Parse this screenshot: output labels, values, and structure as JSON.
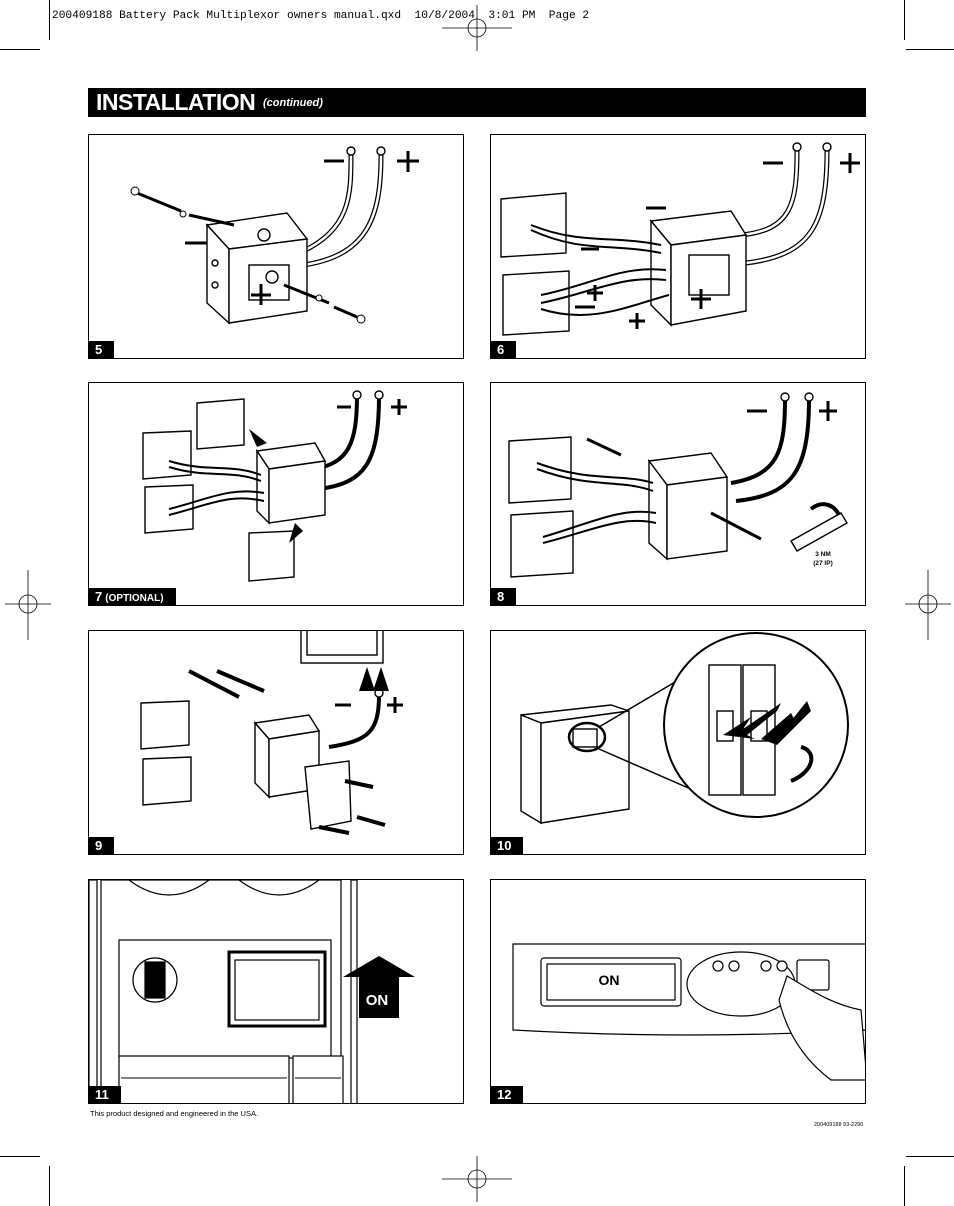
{
  "header": {
    "slug": "200409188 Battery Pack Multiplexor owners manual.qxd  10/8/2004  3:01 PM  Page 2"
  },
  "banner": {
    "title": "INSTALLATION",
    "subtitle": "(continued)"
  },
  "panels": [
    {
      "number": "5",
      "suffix": ""
    },
    {
      "number": "6",
      "suffix": ""
    },
    {
      "number": "7",
      "suffix": "(OPTIONAL)"
    },
    {
      "number": "8",
      "suffix": ""
    },
    {
      "number": "9",
      "suffix": ""
    },
    {
      "number": "10",
      "suffix": ""
    },
    {
      "number": "11",
      "suffix": ""
    },
    {
      "number": "12",
      "suffix": ""
    }
  ],
  "panel8": {
    "torque": "3 NM",
    "torque_alt": "(27 IP)"
  },
  "panel11": {
    "on_label": "ON"
  },
  "panel12": {
    "display_text": "ON"
  },
  "footer": {
    "note": "This product designed and engineered in the USA.",
    "code": "200409188 93-2290"
  }
}
